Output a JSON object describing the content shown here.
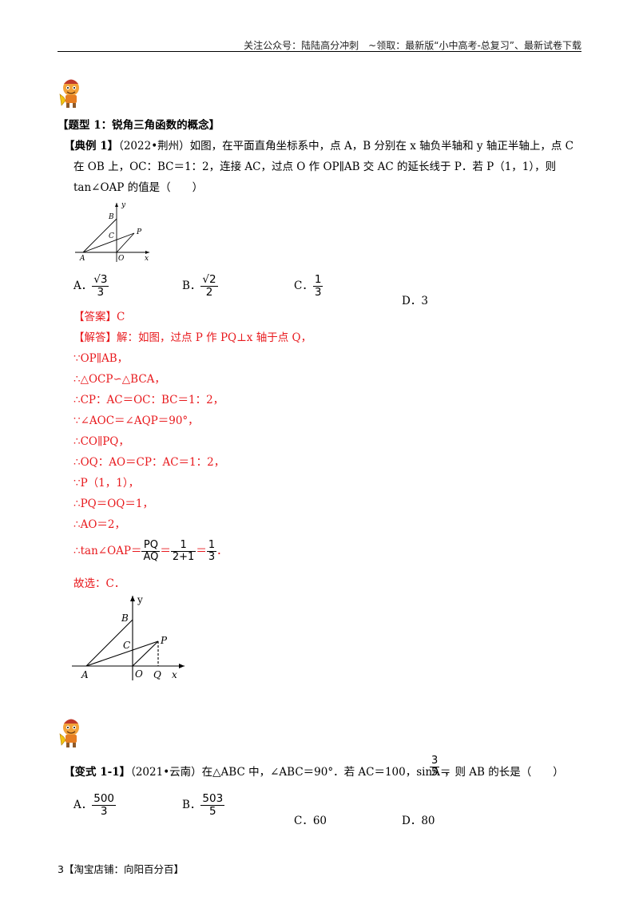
{
  "header": {
    "text": "关注公众号：陆陆高分冲刺　~领取：最新版“小中高考-总复习”、最新试卷下载"
  },
  "section": {
    "title": "【题型 1：锐角三角函数的概念】"
  },
  "example1": {
    "label": "【典例 1】",
    "line1": "（2022•荆州）如图，在平面直角坐标系中，点 A，B 分别在 x 轴负半轴和 y 轴正半轴上，点 C",
    "line2": "在 OB 上，OC：BC＝1：2，连接 AC，过点 O 作 OP∥AB 交 AC 的延长线于 P．若 P（1，1），则",
    "line3": "tan∠OAP 的值是（　　）",
    "options": {
      "a_label": "A．",
      "a_num": "√3",
      "a_den": "3",
      "b_label": "B．",
      "b_num": "√2",
      "b_den": "2",
      "c_label": "C．",
      "c_num": "1",
      "c_den": "3",
      "d_label": "D．3"
    },
    "figure1": {
      "y": "y",
      "x": "x",
      "B": "B",
      "C": "C",
      "P": "P",
      "A": "A",
      "O": "O"
    }
  },
  "answer": {
    "label": "【答案】C",
    "analysis_label": "【解答】",
    "analysis_text": "解：如图，过点 P 作 PQ⊥x 轴于点 Q，",
    "steps": [
      "∵OP∥AB，",
      "∴△OCP∽△BCA，",
      "∴CP：AC＝OC：BC＝1：2，",
      "∵∠AOC＝∠AQP＝90°，",
      "∴CO∥PQ，",
      "∴OQ：AO＝CP：AC＝1：2，",
      "∵P（1，1），",
      "∴PQ＝OQ＝1，",
      "∴AO＝2，"
    ],
    "tan_prefix": "∴tan∠OAP＝",
    "f1_num": "PQ",
    "f1_den": "AQ",
    "eq1": "＝",
    "f2_num": "1",
    "f2_den": "2+1",
    "eq2": "＝",
    "f3_num": "1",
    "f3_den": "3",
    "tan_suffix": "．",
    "choose": "故选：C．",
    "figure2": {
      "y": "y",
      "x": "x",
      "B": "B",
      "C": "C",
      "P": "P",
      "A": "A",
      "O": "O",
      "Q": "Q"
    }
  },
  "variant1": {
    "label": "【变式 1-1】",
    "text": "（2021•云南）在△ABC 中，∠ABC＝90°．若 AC＝100，sinA＝",
    "sin_num": "3",
    "sin_den": "5",
    "text2": "，则 AB 的长是（　　）",
    "options": {
      "a_label": "A．",
      "a_num": "500",
      "a_den": "3",
      "b_label": "B．",
      "b_num": "503",
      "b_den": "5",
      "c_label": "C．60",
      "d_label": "D．80"
    }
  },
  "footer": {
    "text": "3【淘宝店铺：向阳百分百】"
  }
}
